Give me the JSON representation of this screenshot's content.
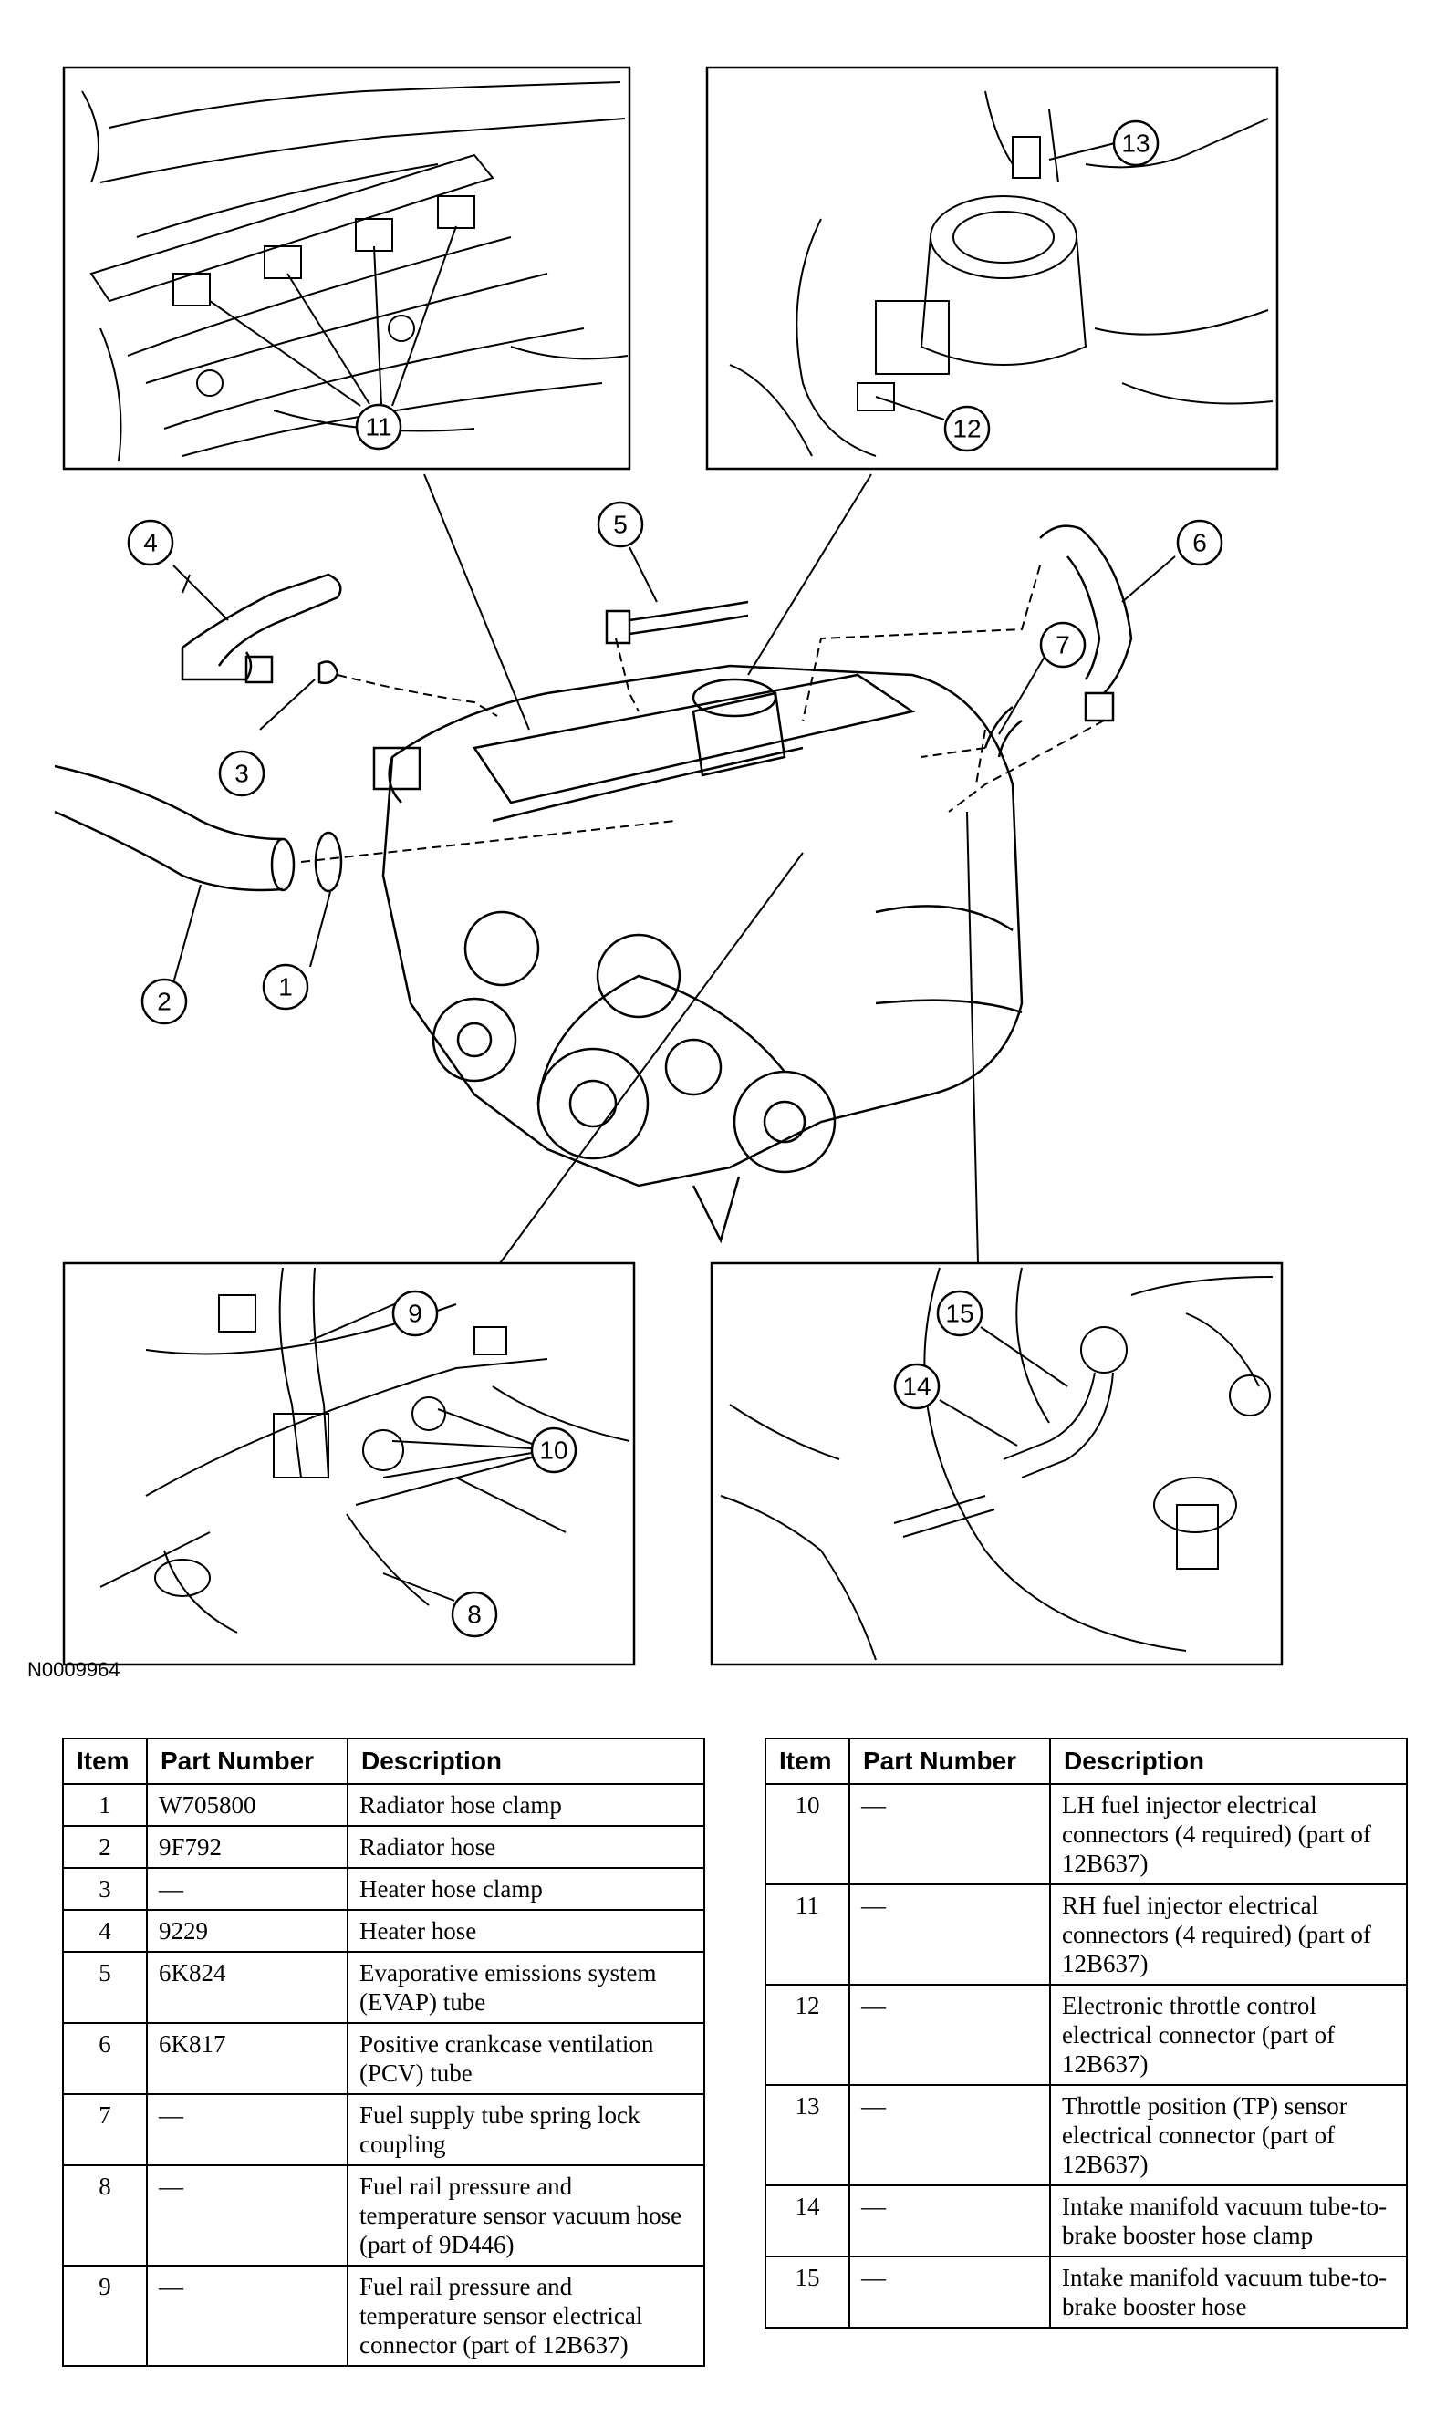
{
  "figure_id": "N0009964",
  "callouts": {
    "c1": "1",
    "c2": "2",
    "c3": "3",
    "c4": "4",
    "c5": "5",
    "c6": "6",
    "c7": "7",
    "c8": "8",
    "c9": "9",
    "c10": "10",
    "c11": "11",
    "c12": "12",
    "c13": "13",
    "c14": "14",
    "c15": "15"
  },
  "table": {
    "headers": {
      "item": "Item",
      "part_number": "Part Number",
      "description": "Description"
    },
    "left_rows": [
      {
        "item": "1",
        "part_number": "W705800",
        "description": "Radiator hose clamp"
      },
      {
        "item": "2",
        "part_number": "9F792",
        "description": "Radiator hose"
      },
      {
        "item": "3",
        "part_number": "—",
        "description": "Heater hose clamp"
      },
      {
        "item": "4",
        "part_number": "9229",
        "description": "Heater hose"
      },
      {
        "item": "5",
        "part_number": "6K824",
        "description": "Evaporative emissions system (EVAP) tube"
      },
      {
        "item": "6",
        "part_number": "6K817",
        "description": "Positive crankcase ventilation (PCV) tube"
      },
      {
        "item": "7",
        "part_number": "—",
        "description": "Fuel supply tube spring lock coupling"
      },
      {
        "item": "8",
        "part_number": "—",
        "description": "Fuel rail pressure and temperature sensor vacuum hose (part of 9D446)"
      },
      {
        "item": "9",
        "part_number": "—",
        "description": "Fuel rail pressure and temperature sensor electrical connector (part of 12B637)"
      }
    ],
    "right_rows": [
      {
        "item": "10",
        "part_number": "—",
        "description": "LH fuel injector electrical connectors (4 required) (part of 12B637)"
      },
      {
        "item": "11",
        "part_number": "—",
        "description": "RH fuel injector electrical connectors (4 required) (part of 12B637)"
      },
      {
        "item": "12",
        "part_number": "—",
        "description": "Electronic throttle control electrical connector (part of 12B637)"
      },
      {
        "item": "13",
        "part_number": "—",
        "description": "Throttle position (TP) sensor electrical connector (part of 12B637)"
      },
      {
        "item": "14",
        "part_number": "—",
        "description": "Intake manifold vacuum tube-to-brake booster hose clamp"
      },
      {
        "item": "15",
        "part_number": "—",
        "description": "Intake manifold vacuum tube-to-brake booster hose"
      }
    ]
  }
}
